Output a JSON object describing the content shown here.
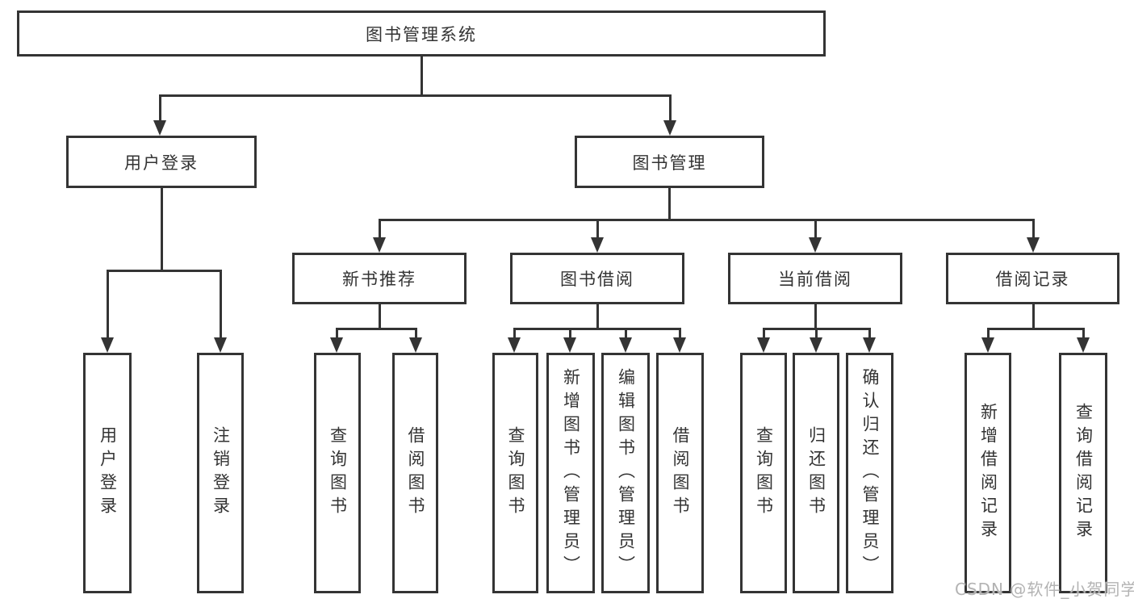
{
  "diagram": {
    "type": "tree",
    "orientation": "top-down",
    "tree": {
      "label": "图书管理系统",
      "children": [
        {
          "label": "用户登录",
          "children": [
            {
              "label": "用户登录"
            },
            {
              "label": "注销登录"
            }
          ]
        },
        {
          "label": "图书管理",
          "children": [
            {
              "label": "新书推荐",
              "children": [
                {
                  "label": "查询图书"
                },
                {
                  "label": "借阅图书"
                }
              ]
            },
            {
              "label": "图书借阅",
              "children": [
                {
                  "label": "查询图书"
                },
                {
                  "label": "新增图书（管理员）"
                },
                {
                  "label": "编辑图书（管理员）"
                },
                {
                  "label": "借阅图书"
                }
              ]
            },
            {
              "label": "当前借阅",
              "children": [
                {
                  "label": "查询图书"
                },
                {
                  "label": "归还图书"
                },
                {
                  "label": "确认归还（管理员）"
                }
              ]
            },
            {
              "label": "借阅记录",
              "children": [
                {
                  "label": "新增借阅记录"
                },
                {
                  "label": "查询借阅记录"
                }
              ]
            }
          ]
        }
      ]
    },
    "colors": {
      "line": "#343434",
      "box_border": "#343434",
      "box_background": "#ffffff",
      "text": "#333333",
      "watermark": "#b3b3b3"
    }
  },
  "watermark": {
    "text": "CSDN @软件_小贺同学"
  }
}
